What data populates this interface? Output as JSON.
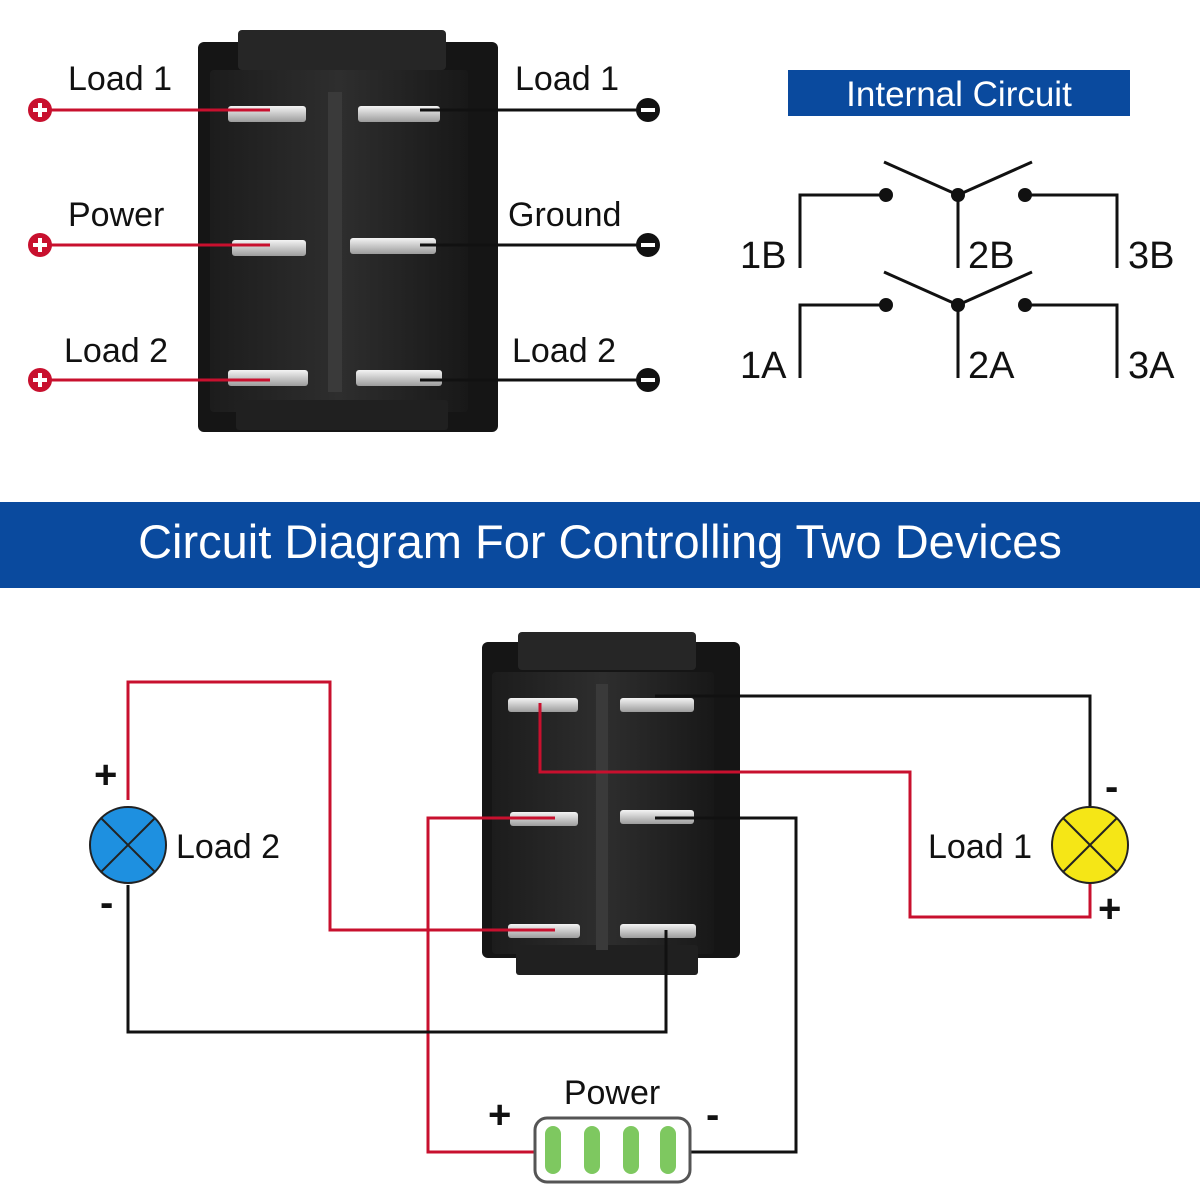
{
  "switch_top": {
    "labels": {
      "left_top": "Load 1",
      "right_top": "Load 1",
      "left_mid": "Power",
      "right_mid": "Ground",
      "left_bot": "Load 2",
      "right_bot": "Load 2"
    }
  },
  "internal": {
    "title": "Internal Circuit",
    "pins": [
      "1B",
      "2B",
      "3B",
      "1A",
      "2A",
      "3A"
    ]
  },
  "banner": {
    "title": "Circuit Diagram For Controlling Two Devices"
  },
  "wiring": {
    "load1_label": "Load 1",
    "load2_label": "Load 2",
    "power_label": "Power",
    "plus": "+",
    "minus": "-"
  },
  "colors": {
    "banner": "#0a4a9e",
    "positive": "#c8102e",
    "negative": "#111111",
    "load1_lamp": "#f5e616",
    "load2_lamp": "#1e90e0",
    "battery_cells": "#7ec860"
  }
}
